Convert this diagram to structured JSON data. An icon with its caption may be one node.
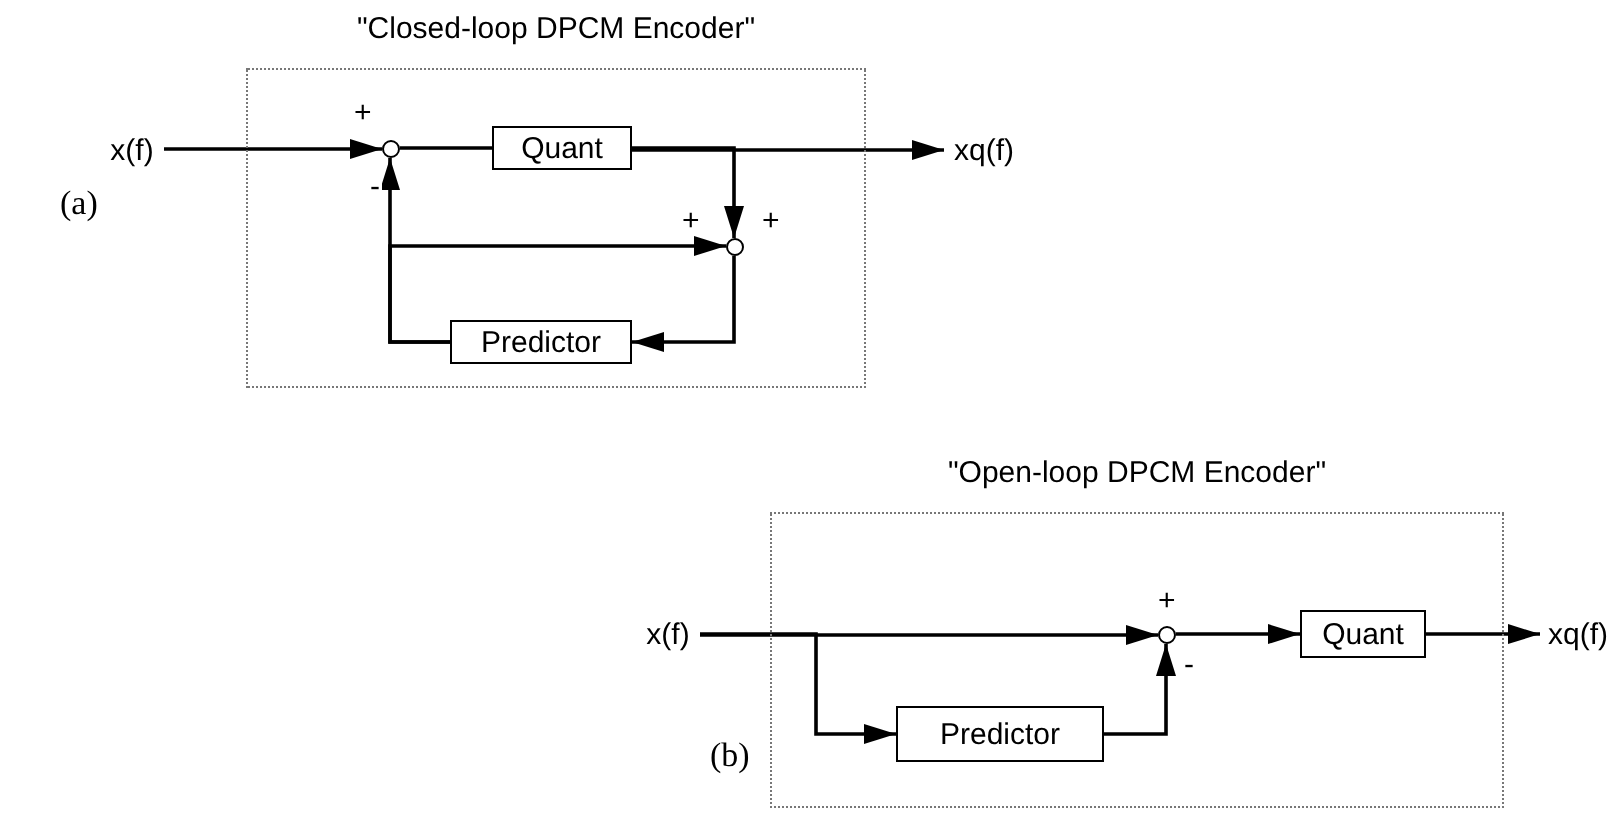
{
  "diagram": {
    "nodes": [
      {
        "text": [
          "\"Closed-loop DPCM Encoder\""
        ]
      },
      {
        "text": [
          "x(f)"
        ]
      },
      {
        "text": [],
        "shape": "circle",
        "in": 0
      },
      {
        "text": [
          "Quant"
        ],
        "in": 0
      },
      {
        "text": [],
        "shape": "circle",
        "in": 0
      },
      {
        "text": [
          "Predictor"
        ],
        "in": 0
      },
      {
        "text": [
          "xq(f)"
        ]
      },
      {
        "text": [
          "\"Open-loop DPCM Encoder\""
        ]
      },
      {
        "text": [
          "x(f)"
        ]
      },
      {
        "text": [],
        "shape": "circle",
        "in": 7
      },
      {
        "text": [
          "Quant"
        ],
        "in": 7
      },
      {
        "text": [
          "Predictor"
        ],
        "in": 7
      },
      {
        "text": [
          "xq(f)"
        ]
      }
    ],
    "edges": [
      {
        "from": 1,
        "to": 2,
        "arrow": "to",
        "label": "+"
      },
      {
        "from": 2,
        "to": 3,
        "arrow": "none"
      },
      {
        "from": 3,
        "to": 6,
        "arrow": "to"
      },
      {
        "from": 3,
        "to": 4,
        "arrow": "to",
        "label": "+"
      },
      {
        "from": 4,
        "to": 5,
        "arrow": "to"
      },
      {
        "from": 5,
        "to": 2,
        "arrow": "to",
        "label": "-"
      },
      {
        "from": 5,
        "to": 4,
        "arrow": "to",
        "label": "+"
      },
      {
        "from": 8,
        "to": 9,
        "arrow": "to",
        "label": "+"
      },
      {
        "from": 8,
        "to": 11,
        "arrow": "to"
      },
      {
        "from": 11,
        "to": 9,
        "arrow": "to",
        "label": "-"
      },
      {
        "from": 9,
        "to": 10,
        "arrow": "to"
      },
      {
        "from": 10,
        "to": 12,
        "arrow": "to"
      }
    ],
    "labels": [
      "(a)",
      "(b)"
    ]
  }
}
